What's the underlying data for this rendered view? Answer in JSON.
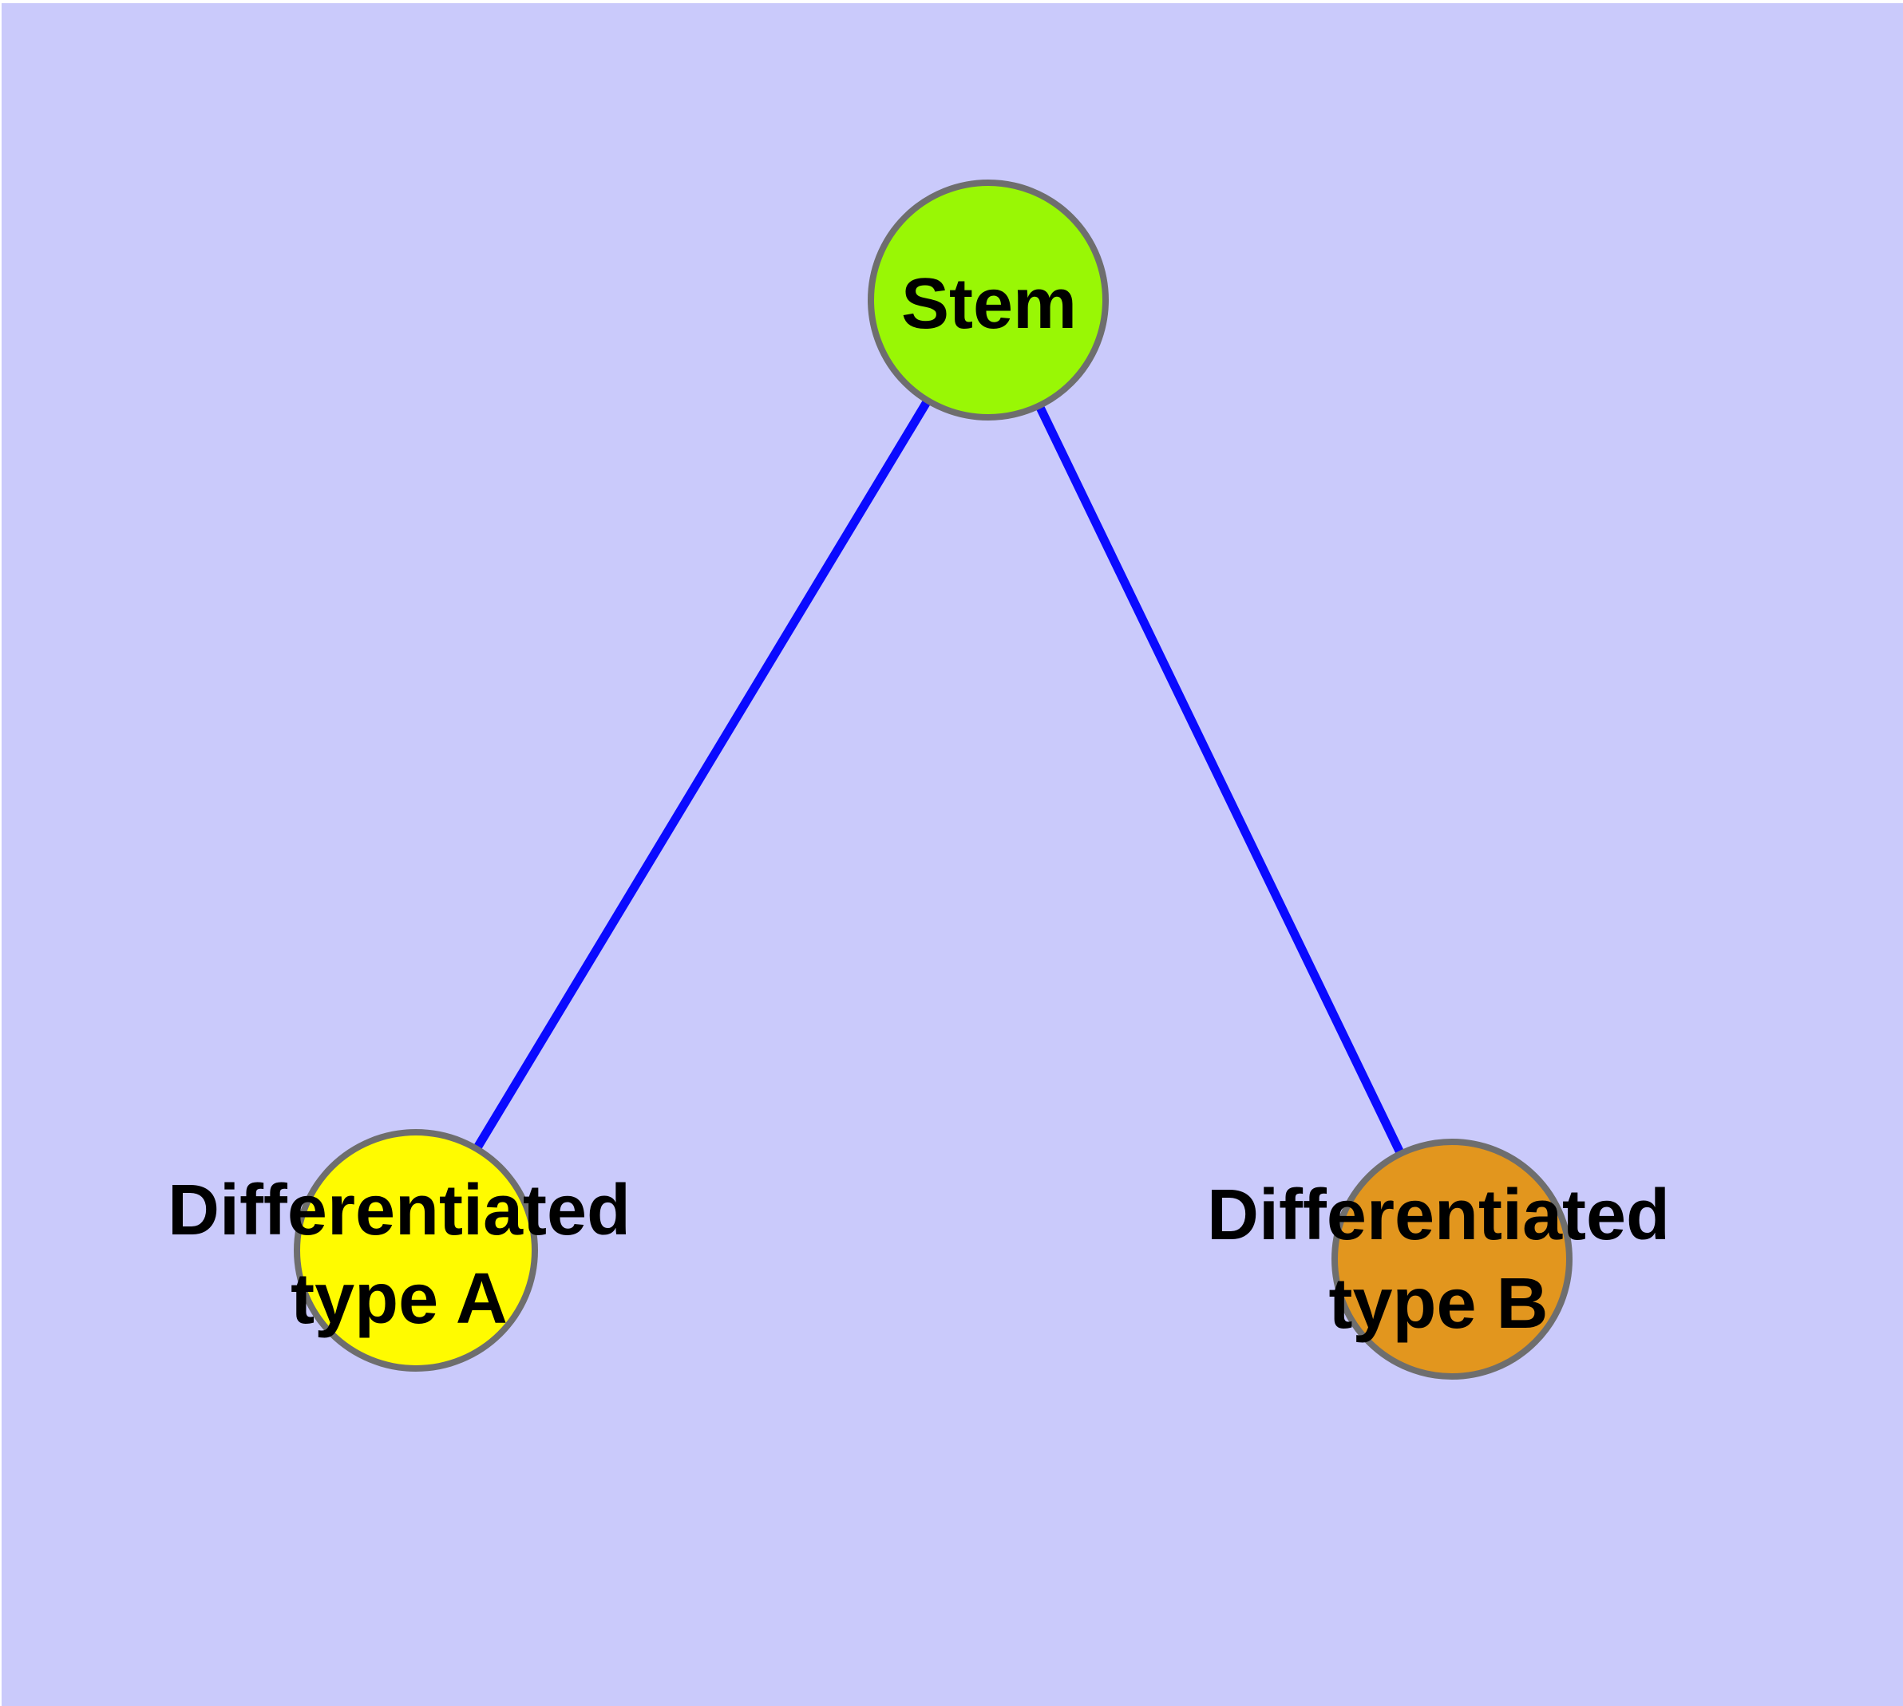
{
  "diagram": {
    "background_color": "#cacafb",
    "text_color": "#000000",
    "node_border_color": "#6e6e6e",
    "edge_color": "#0a0aff",
    "nodes": [
      {
        "id": "stem",
        "label": "Stem",
        "fill_color": "#99f705"
      },
      {
        "id": "differentiated-type-a",
        "label": "Differentiated\ntype A",
        "fill_color": "#fffb00"
      },
      {
        "id": "differentiated-type-b",
        "label": "Differentiated\ntype B",
        "fill_color": "#e2961e"
      }
    ],
    "edges": [
      {
        "from": "Stem",
        "to": "Differentiated type A",
        "color": "#0a0aff"
      },
      {
        "from": "Stem",
        "to": "Differentiated type B",
        "color": "#0a0aff"
      }
    ]
  }
}
